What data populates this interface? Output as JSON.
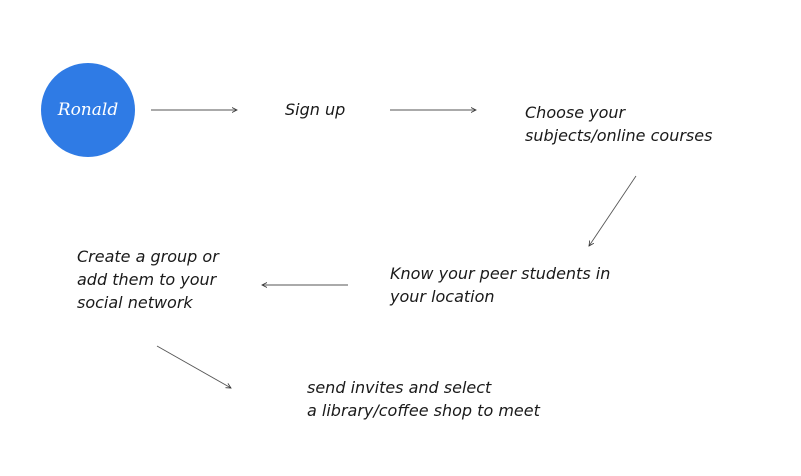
{
  "persona": {
    "name": "Ronald",
    "color": "#2f7be5"
  },
  "steps": [
    {
      "id": "signup",
      "lines": [
        "Sign up"
      ]
    },
    {
      "id": "choose",
      "lines": [
        "Choose your",
        "subjects/online courses"
      ]
    },
    {
      "id": "peers",
      "lines": [
        "Know your peer students in",
        "your location"
      ]
    },
    {
      "id": "group",
      "lines": [
        "Create a group or",
        "add them to your",
        "social network"
      ]
    },
    {
      "id": "invite",
      "lines": [
        "send invites and select",
        "a library/coffee shop to meet"
      ]
    }
  ],
  "connector_color": "#333333"
}
